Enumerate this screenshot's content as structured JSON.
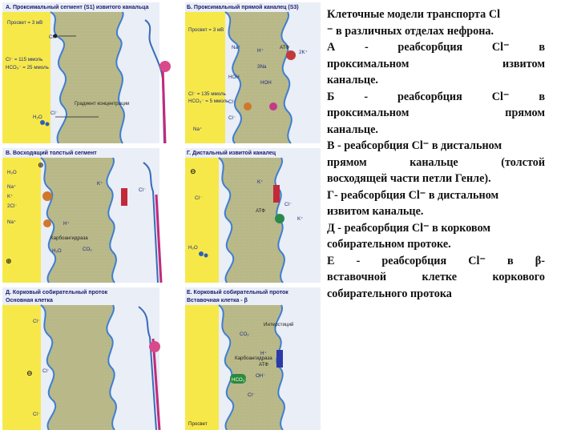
{
  "panels": {
    "a": {
      "title": "А. Проксимальный сегмент (S1) извитого канальца",
      "labels": {
        "lumen": "Просвет = 3 мВ",
        "cl_top": "Cl⁻",
        "cl_conc": "Cl⁻ = 115 ммоль",
        "hco3_conc": "HCO₃⁻ = 25 ммоль",
        "gradient": "Градиент концентрации",
        "water": "H₂O",
        "cl_bottom": "Cl⁻"
      }
    },
    "b": {
      "title": "Б. Проксимальный прямой каналец (S3)",
      "labels": {
        "lumen": "Просвет = 3 мВ",
        "na": "Na⁺",
        "h": "H⁺",
        "atf": "АТФ",
        "three_na": "3Na",
        "two_k": "2K⁺",
        "hoh1": "НОН",
        "hoh2": "НОН",
        "cl_conc": "Cl⁻ = 135 ммоль",
        "hco3_conc": "HCO₃⁻ = 5 ммоль",
        "cl1": "Cl⁻",
        "cl2": "Cl⁻",
        "na_bottom": "Na⁺"
      }
    },
    "v": {
      "title": "В. Восходящий толстый сегмент",
      "labels": {
        "water": "H₂O",
        "na1": "Na⁺",
        "k": "K⁺",
        "two_cl": "2Cl⁻",
        "na2": "Na⁺",
        "k_right": "K⁺",
        "cl_right": "Cl⁻",
        "h": "H⁺",
        "anhydrase": "Карбоангидраза",
        "co2": "CO₂",
        "water2": "H₂O"
      }
    },
    "g": {
      "title": "Г. Дистальный извитой каналец",
      "labels": {
        "k": "K⁺",
        "cl": "Cl⁻",
        "atf": "АТФ",
        "cl2": "Cl⁻",
        "k2": "K⁺",
        "water": "H₂O"
      }
    },
    "d": {
      "title": "Д. Корковый собирательный проток",
      "subtitle": "Основная клетка",
      "labels": {
        "cl1": "Cl⁻",
        "cl2": "Cl⁻",
        "cl3": "Cl⁻"
      }
    },
    "e": {
      "title": "Е. Корковый собирательный проток",
      "subtitle": "Вставочная клетка - β",
      "labels": {
        "interstitium": "Интерстиций",
        "co2": "CO₂",
        "atf": "АТФ",
        "anhydrase": "Карбоангидраза",
        "h": "H⁺",
        "oh": "OH⁻",
        "hco3": "HCO₃⁻",
        "cl": "Cl⁻",
        "lumen": "Просвет"
      }
    }
  },
  "signs": {
    "plus": "⊕",
    "minus": "⊖"
  },
  "caption": {
    "title": [
      "Клеточные модели транспорта Cl",
      "⁻ в различных отделах нефрона."
    ],
    "items": [
      [
        "А -",
        "реабсорбция",
        "Cl⁻ в"
      ],
      [
        "проксимальном",
        "извитом"
      ],
      [
        "канальце."
      ],
      [
        "Б -",
        "реабсорбция",
        "Cl⁻ в"
      ],
      [
        "проксимальном",
        "прямом"
      ],
      [
        "канальце."
      ],
      [
        "В - реабсорбция Cl⁻ в дистальном"
      ],
      [
        "прямом",
        "канальце",
        "(толстой"
      ],
      [
        "восходящей части петли Генле)."
      ],
      [
        "Г- реабсорбция Cl⁻ в дистальном"
      ],
      [
        "извитом канальце."
      ],
      [
        "Д - реабсорбция Cl⁻ в корковом"
      ],
      [
        "собирательном протоке."
      ],
      [
        "Е -",
        "реабсорбция",
        "Cl⁻ в β-"
      ],
      [
        "вставочной",
        "клетке",
        "коркового"
      ],
      [
        "собирательного протока"
      ]
    ]
  },
  "colors": {
    "lumen": "#f7e84a",
    "cell": "#b8b87a",
    "interstitium": "#e8eef8",
    "membrane_blue": "#5a8fd6",
    "label_box": "#1c3a8c"
  }
}
